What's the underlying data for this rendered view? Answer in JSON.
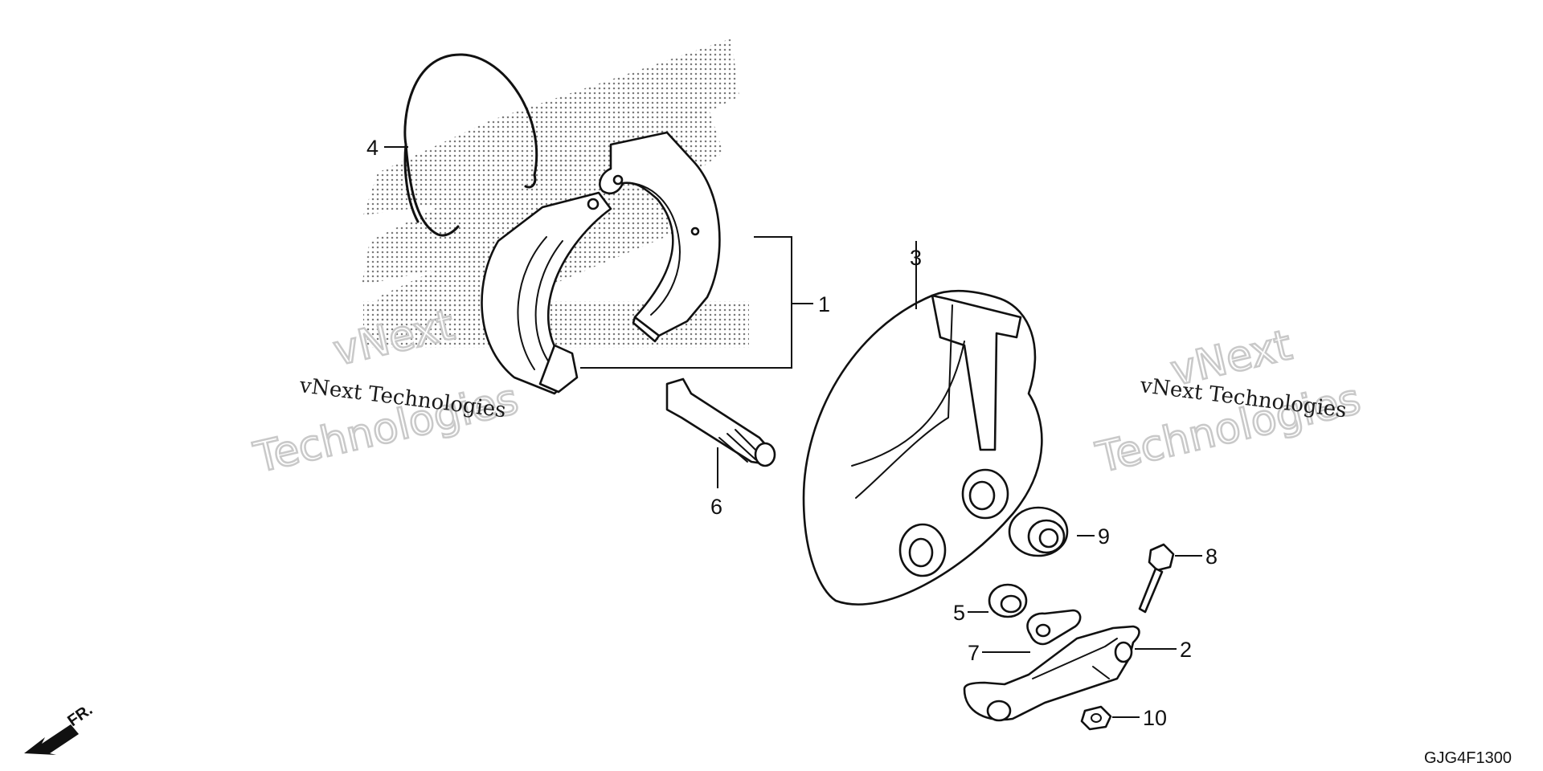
{
  "watermarks": {
    "left_small": "vNext Technologies",
    "left_big_1": "vNext",
    "left_big_2": "Technologies",
    "right_small": "vNext Technologies",
    "right_big_1": "vNext",
    "right_big_2": "Technologies"
  },
  "callouts": {
    "c1": "1",
    "c2": "2",
    "c3": "3",
    "c4": "4",
    "c5": "5",
    "c6": "6",
    "c7": "7",
    "c8": "8",
    "c9": "9",
    "c10": "10"
  },
  "direction_label": "FR.",
  "diagram_code": "GJG4F1300"
}
